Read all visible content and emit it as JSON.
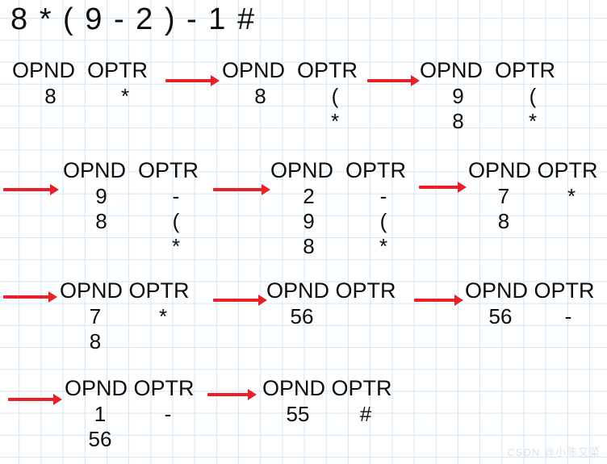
{
  "page": {
    "title": "Expression evaluation stack trace",
    "expression": "8 * ( 9 - 2 ) - 1 #",
    "background": "#ffffff",
    "grid_color": "#cfe6f7",
    "text_color": "#0d0d0d",
    "arrow_color": "#e8202a",
    "watermark": "CSDN @小陈又菜"
  },
  "labels": {
    "opnd": "OPND",
    "optr": "OPTR",
    "arrow": "→"
  },
  "steps": [
    {
      "id": "step-1",
      "header": "OPND  OPTR",
      "opnd": [
        "8"
      ],
      "optr": [
        "*"
      ]
    },
    {
      "id": "step-2",
      "header": "OPND  OPTR",
      "opnd": [
        "8"
      ],
      "optr": [
        "(",
        "*"
      ]
    },
    {
      "id": "step-3",
      "header": "OPND  OPTR",
      "opnd": [
        "9",
        "8"
      ],
      "optr": [
        "(",
        "*"
      ]
    },
    {
      "id": "step-4",
      "header": "OPND  OPTR",
      "opnd": [
        "9",
        "8"
      ],
      "optr": [
        "-",
        "(",
        "*"
      ]
    },
    {
      "id": "step-5",
      "header": "OPND  OPTR",
      "opnd": [
        "2",
        "9",
        "8"
      ],
      "optr": [
        "-",
        "(",
        "*"
      ]
    },
    {
      "id": "step-6",
      "header": "OPND OPTR",
      "opnd": [
        "7",
        "8"
      ],
      "optr": [
        "*"
      ]
    },
    {
      "id": "step-7",
      "header": "OPND OPTR",
      "opnd": [
        "7",
        "8"
      ],
      "optr": [
        "*"
      ]
    },
    {
      "id": "step-8",
      "header": "OPND OPTR",
      "opnd": [
        "56"
      ],
      "optr": []
    },
    {
      "id": "step-9",
      "header": "OPND OPTR",
      "opnd": [
        "56"
      ],
      "optr": [
        "-"
      ]
    },
    {
      "id": "step-10",
      "header": "OPND OPTR",
      "opnd": [
        "1",
        "56"
      ],
      "optr": [
        "-"
      ]
    },
    {
      "id": "step-11",
      "header": "OPND OPTR",
      "opnd": [
        "55"
      ],
      "optr": [
        "#"
      ]
    }
  ]
}
